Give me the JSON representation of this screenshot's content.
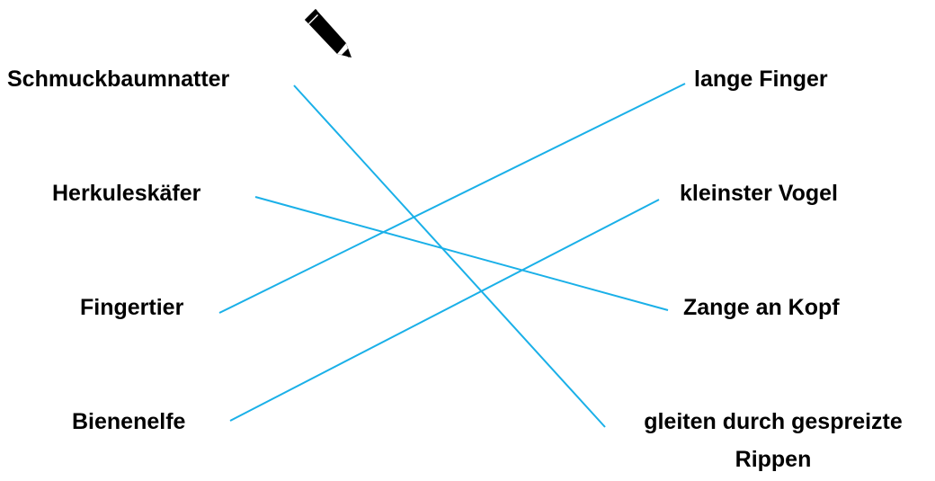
{
  "exercise": {
    "left_terms": [
      "Schmuckbaumnatter",
      "Herkuleskäfer",
      "Fingertier",
      "Bienenelfe"
    ],
    "right_terms": [
      "lange Finger",
      "kleinster Vogel",
      "Zange an Kopf",
      "gleiten durch gespreizte Rippen"
    ],
    "right_multiline": {
      "line1": "gleiten durch gespreizte",
      "line2": "Rippen"
    },
    "matches": [
      {
        "left": "Schmuckbaumnatter",
        "right": "gleiten durch gespreizte Rippen"
      },
      {
        "left": "Herkuleskäfer",
        "right": "Zange an Kopf"
      },
      {
        "left": "Fingertier",
        "right": "lange Finger"
      },
      {
        "left": "Bienenelfe",
        "right": "kleinster Vogel"
      }
    ]
  },
  "colors": {
    "line": "#1ab0e8",
    "text": "#000000",
    "pencil": "#000000"
  },
  "icons": {
    "pencil": "pencil-icon"
  }
}
